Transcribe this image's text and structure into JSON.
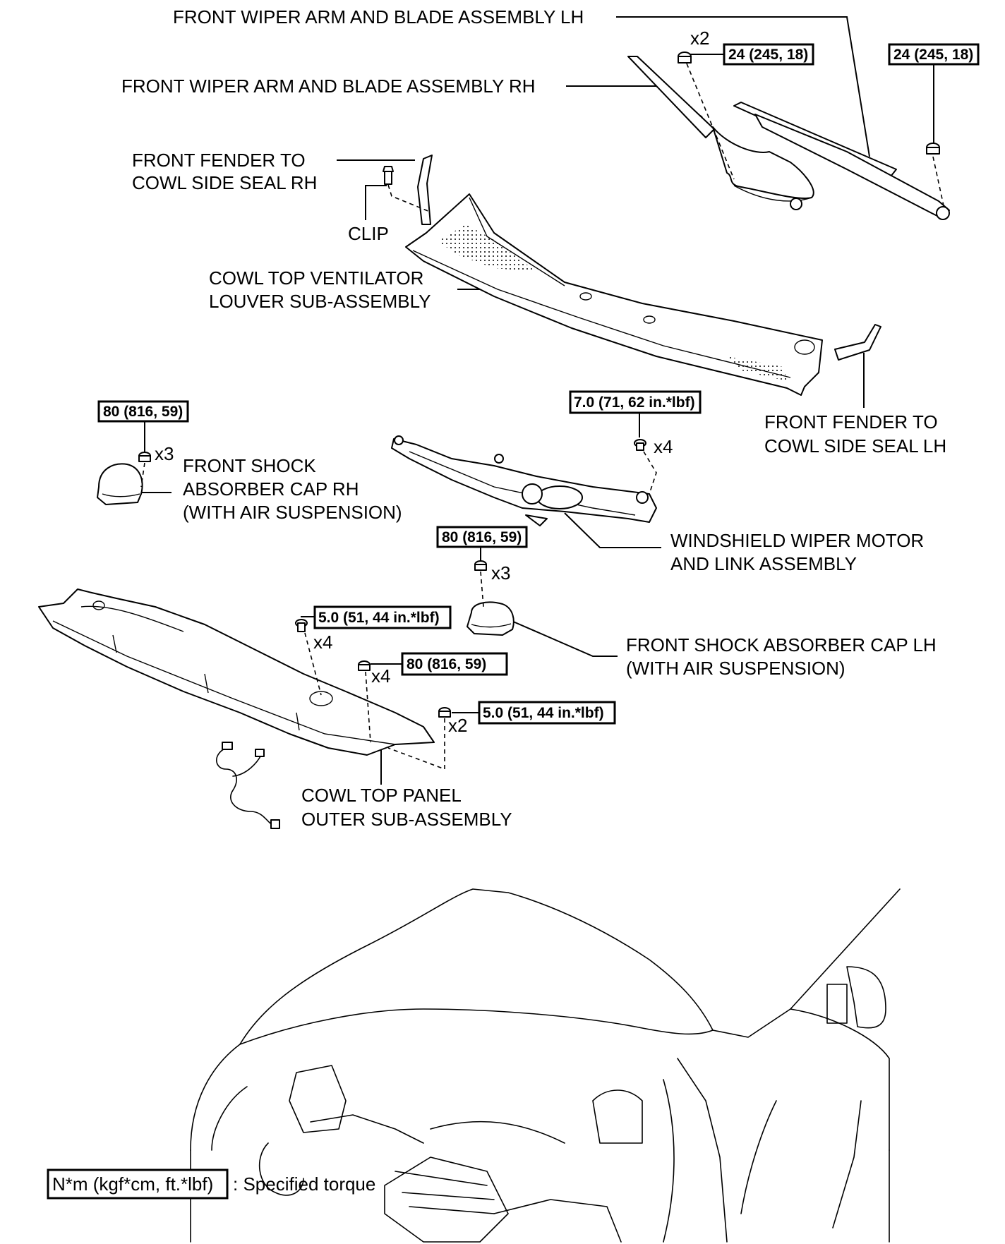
{
  "labels": {
    "wiper_lh": "FRONT WIPER ARM AND BLADE ASSEMBLY LH",
    "wiper_rh": "FRONT WIPER ARM AND BLADE ASSEMBLY RH",
    "fender_seal_rh_1": "FRONT FENDER TO",
    "fender_seal_rh_2": "COWL SIDE SEAL RH",
    "clip": "CLIP",
    "louver_1": "COWL TOP VENTILATOR",
    "louver_2": "LOUVER SUB-ASSEMBLY",
    "fender_seal_lh_1": "FRONT FENDER TO",
    "fender_seal_lh_2": "COWL SIDE SEAL LH",
    "shock_rh_1": "FRONT SHOCK",
    "shock_rh_2": "ABSORBER CAP RH",
    "shock_rh_3": "(WITH AIR SUSPENSION)",
    "wiper_motor_1": "WINDSHIELD WIPER MOTOR",
    "wiper_motor_2": "AND LINK ASSEMBLY",
    "shock_lh_1": "FRONT SHOCK ABSORBER CAP LH",
    "shock_lh_2": "(WITH AIR SUSPENSION)",
    "cowl_panel_1": "COWL TOP PANEL",
    "cowl_panel_2": "OUTER SUB-ASSEMBLY"
  },
  "torques": {
    "wiper_nut_a": "24 (245, 18)",
    "wiper_nut_b": "24 (245, 18)",
    "shock_rh": "80 (816, 59)",
    "wiper_motor": "7.0 (71, 62 in.*lbf)",
    "shock_lh": "80 (816, 59)",
    "cowl_bolt": "5.0 (51, 44 in.*lbf)",
    "cowl_nut_80": "80 (816, 59)",
    "cowl_nut_5": "5.0 (51, 44 in.*lbf)"
  },
  "quantities": {
    "wiper_nut": "x2",
    "shock_rh": "x3",
    "wiper_motor": "x4",
    "shock_lh": "x3",
    "cowl_bolt": "x4",
    "cowl_nut_80": "x4",
    "cowl_nut_5": "x2"
  },
  "legend": {
    "unit": "N*m (kgf*cm, ft.*lbf)",
    "description": ": Specified torque"
  }
}
